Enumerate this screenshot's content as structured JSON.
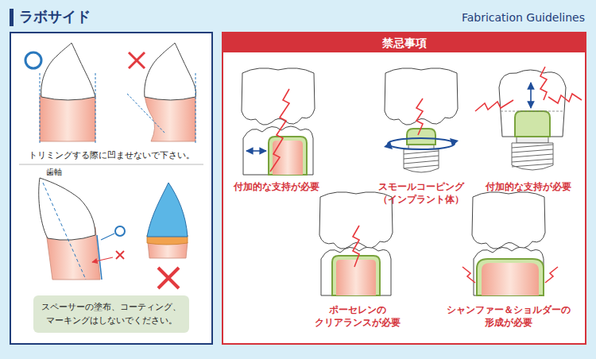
{
  "diagram": {
    "title": "ラボサイド",
    "nodes": [
      {
        "text": [
          "トリミングする際に凹ませないで下さい。",
          "歯軸"
        ]
      },
      {
        "text": [
          "スペーサーの塗布、コーティング、 マーキングはしないでください。"
        ],
        "in": 0
      },
      {
        "text": [
          "禁忌事項"
        ]
      }
    ],
    "labels": [
      "Fabrication Guidelines",
      "付加的な支持が必要",
      "スモールコーピング （インプラント体）",
      "付加的な支持が必要",
      "ポーセレンの クリアランスが必要",
      "シャンファー＆ショルダーの 形成が必要"
    ]
  }
}
